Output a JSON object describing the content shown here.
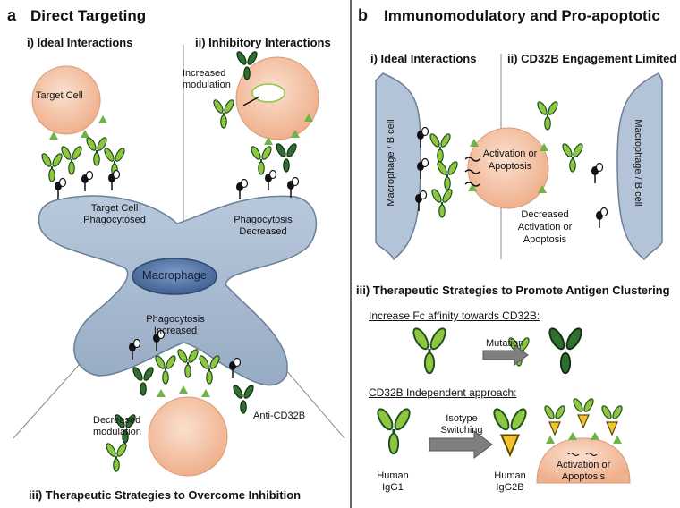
{
  "panel_a": {
    "letter": "a",
    "title": "Direct Targeting",
    "sub_i": "i) Ideal Interactions",
    "sub_ii": "ii) Inhibitory Interactions",
    "sub_iii": "iii) Therapeutic Strategies to Overcome Inhibition",
    "target_cell": "Target Cell",
    "increased_modulation_1": "Increased",
    "increased_modulation_2": "modulation",
    "target_phago_1": "Target Cell",
    "target_phago_2": "Phagocytosed",
    "phago_dec_1": "Phagocytosis",
    "phago_dec_2": "Decreased",
    "macrophage": "Macrophage",
    "phago_inc_1": "Phagocytosis",
    "phago_inc_2": "Increased",
    "anti_cd32b": "Anti-CD32B",
    "decreased_modulation_1": "Decreased",
    "decreased_modulation_2": "modulation"
  },
  "panel_b": {
    "letter": "b",
    "title": "Immunomodulatory and Pro-apoptotic",
    "sub_i": "i) Ideal Interactions",
    "sub_ii": "ii) CD32B Engagement Limited",
    "left_cell": "Macrophage / B cell",
    "right_cell": "Macrophage / B cell",
    "activation_1": "Activation or",
    "activation_2": "Apoptosis",
    "decreased_1": "Decreased",
    "decreased_2": "Activation or",
    "decreased_3": "Apoptosis",
    "sub_iii": "iii) Therapeutic Strategies to Promote Antigen Clustering",
    "increase_fc": "Increase Fc affinity towards CD32B:",
    "mutation": "Mutation",
    "cd32b_indep": "CD32B Independent approach:",
    "isotype_1": "Isotype",
    "isotype_2": "Switching",
    "human_igg1_1": "Human",
    "human_igg1_2": "IgG1",
    "human_igg2b_1": "Human",
    "human_igg2b_2": "IgG2B",
    "act_apop_1": "Activation or",
    "act_apop_2": "Apoptosis"
  },
  "colors": {
    "macrophage_fill": "#a9bbd1",
    "macrophage_nucleus": "#5b79a8",
    "target_cell": "#f4c2a3",
    "antibody_green": "#8dc63f",
    "antibody_dark": "#1f4e1f",
    "antibody_yellow": "#f2c230",
    "arrow_grey": "#7f7f7f"
  }
}
